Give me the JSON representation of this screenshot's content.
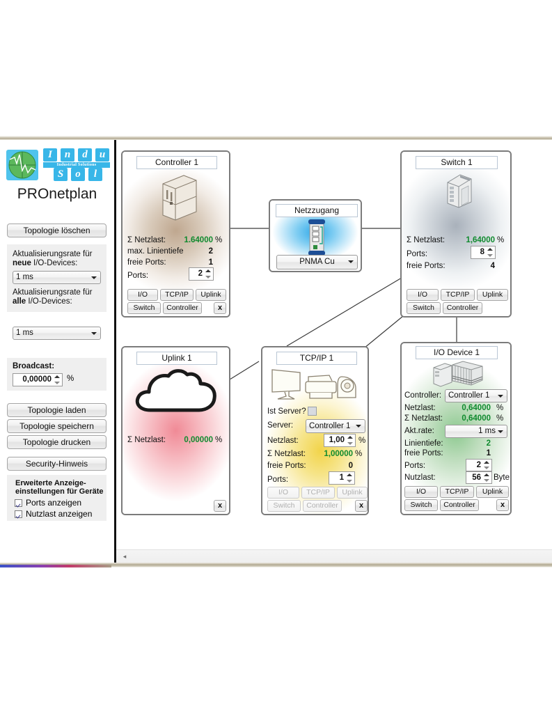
{
  "app": {
    "title": "PROnetplan",
    "logo_top": [
      "I",
      "n",
      "d",
      "u"
    ],
    "logo_sub": "Industrial Solutions",
    "logo_bottom": [
      "S",
      "o",
      "l"
    ]
  },
  "sidebar": {
    "clear_topology_button": "Topologie löschen",
    "rate_new_label_line1": "Aktualisierungsrate für",
    "rate_new_label_bold": "neue",
    "rate_new_label_rest": " I/O-Devices:",
    "rate_new_value": "1 ms",
    "rate_all_label_line1": "Aktualisierungsrate für",
    "rate_all_label_bold": "alle",
    "rate_all_label_rest": " I/O-Devices:",
    "rate_all_value": "1 ms",
    "broadcast_label": "Broadcast:",
    "broadcast_value": "0,00000",
    "broadcast_unit": "%",
    "load_topology_button": "Topologie laden",
    "save_topology_button": "Topologie speichern",
    "print_topology_button": "Topologie drucken",
    "security_button": "Security-Hinweis",
    "display_settings_line1": "Erweiterte Anzeige-",
    "display_settings_line2": "einstellungen für Geräte",
    "show_ports_label": "Ports anzeigen",
    "show_payload_label": "Nutzlast anzeigen"
  },
  "nodes": {
    "controller": {
      "title": "Controller 1",
      "icon": "controller-cabinet-icon",
      "rows": [
        {
          "label": "Σ Netzlast:",
          "value": "1.64000",
          "unit": "%",
          "green": true
        },
        {
          "label": "max. Linientiefe",
          "value": "2",
          "unit": "",
          "green": false
        },
        {
          "label": "freie Ports:",
          "value": "1",
          "unit": "",
          "green": false
        }
      ],
      "ports_label": "Ports:",
      "ports_value": "2",
      "buttons_row1": [
        "I/O",
        "TCP/IP",
        "Uplink"
      ],
      "buttons_row2": [
        "Switch",
        "Controller"
      ],
      "close_button": "x"
    },
    "netzzugang": {
      "title": "Netzzugang",
      "icon": "network-tap-icon",
      "combo_value": "PNMA Cu"
    },
    "switch": {
      "title": "Switch 1",
      "icon": "switch-device-icon",
      "sum_label": "Σ Netzlast:",
      "sum_value": "1,64000",
      "sum_unit": "%",
      "ports_label": "Ports:",
      "ports_value": "8",
      "free_label": "freie Ports:",
      "free_value": "4",
      "buttons_row1": [
        "I/O",
        "TCP/IP",
        "Uplink"
      ],
      "buttons_row2": [
        "Switch",
        "Controller"
      ]
    },
    "uplink": {
      "title": "Uplink 1",
      "icon": "cloud-icon",
      "sum_label": "Σ Netzlast:",
      "sum_value": "0,00000",
      "sum_unit": "%",
      "close_button": "x"
    },
    "tcpip": {
      "title": "TCP/IP 1",
      "icon": "pc-printer-camera-icon",
      "is_server_label": "Ist Server?",
      "is_server_checked": false,
      "server_label": "Server:",
      "server_value": "Controller 1",
      "netzlast_label": "Netzlast:",
      "netzlast_value": "1,00",
      "netzlast_unit": "%",
      "sum_label": "Σ Netzlast:",
      "sum_value": "1,00000",
      "sum_unit": "%",
      "free_label": "freie Ports:",
      "free_value": "0",
      "ports_label": "Ports:",
      "ports_value": "1",
      "buttons_row1": [
        "I/O",
        "TCP/IP",
        "Uplink"
      ],
      "buttons_row2": [
        "Switch",
        "Controller"
      ],
      "close_button": "x"
    },
    "iodevice": {
      "title": "I/O Device 1",
      "icon": "io-device-icon",
      "controller_label": "Controller:",
      "controller_value": "Controller 1",
      "netzlast_label": "Netzlast:",
      "netzlast_value": "0,64000",
      "netzlast_unit": "%",
      "sum_label": "Σ Netzlast:",
      "sum_value": "0,64000",
      "sum_unit": "%",
      "rate_label": "Akt.rate:",
      "rate_value": "1 ms",
      "depth_label": "Linientiefe:",
      "depth_value": "2",
      "free_label": "freie Ports:",
      "free_value": "1",
      "ports_label": "Ports:",
      "ports_value": "2",
      "payload_label": "Nutzlast:",
      "payload_value": "56",
      "payload_unit": "Byte",
      "buttons_row1": [
        "I/O",
        "TCP/IP",
        "Uplink"
      ],
      "buttons_row2": [
        "Switch",
        "Controller"
      ],
      "close_button": "x"
    }
  },
  "scrollbar": {
    "left_arrow": "◂"
  },
  "colors": {
    "green_value": "#0f8a2e",
    "accent_blue": "#38b6e8",
    "node_border": "#7b7b7b"
  }
}
